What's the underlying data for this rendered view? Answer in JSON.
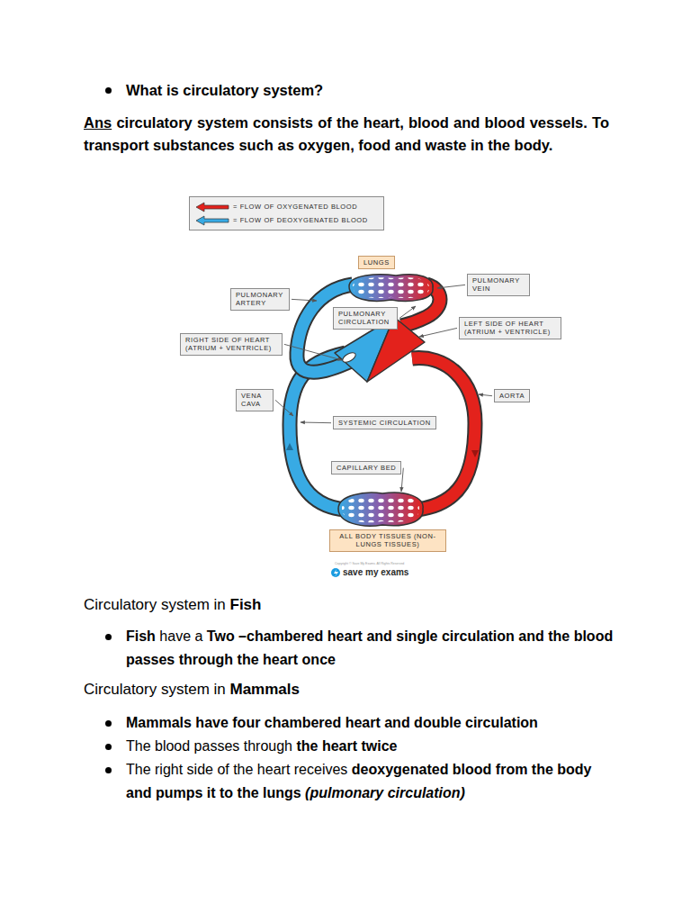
{
  "diagram": {
    "nodes": [
      {
        "text": [
          "LUNGS"
        ]
      },
      {
        "text": [
          "PULMONARY VEIN"
        ]
      },
      {
        "text": [
          "PULMONARY ARTERY"
        ]
      },
      {
        "text": [
          "PULMONARY CIRCULATION"
        ]
      },
      {
        "text": [
          "LEFT SIDE OF HEART (ATRIUM + VENTRICLE)"
        ]
      },
      {
        "text": [
          "RIGHT SIDE OF HEART (ATRIUM + VENTRICLE)"
        ]
      },
      {
        "text": [
          "VENA CAVA"
        ]
      },
      {
        "text": [
          "AORTA"
        ]
      },
      {
        "text": [
          "SYSTEMIC CIRCULATION"
        ]
      },
      {
        "text": [
          "CAPILLARY BED"
        ]
      },
      {
        "text": [
          "ALL BODY TISSUES (NON-LUNGS TISSUES)"
        ]
      }
    ],
    "labels": [
      "What is circulatory system?",
      "Ans",
      "circulatory system consists of the heart, blood and blood vessels. To transport substances such as oxygen, food and waste in the body.",
      "Circulatory system in",
      "Fish",
      "Fish",
      "have a",
      "Two –chambered heart and single circulation and the blood passes through the heart once",
      "Circulatory system in",
      "Mammals",
      "Mammals have four chambered heart and double circulation",
      "The blood passes through",
      "the heart twice",
      "The right side of the heart receives",
      "deoxygenated blood from the body and pumps it to the lungs",
      "(pulmonary circulation)",
      "Copyright © Save My Exams. All Rights Reserved",
      "save my exams"
    ],
    "legend": [
      {
        "text": "= FLOW OF OXYGENATED BLOOD",
        "color": "#e3221c"
      },
      {
        "text": "= FLOW OF DEOXYGENATED BLOOD",
        "color": "#38aae4"
      }
    ]
  }
}
